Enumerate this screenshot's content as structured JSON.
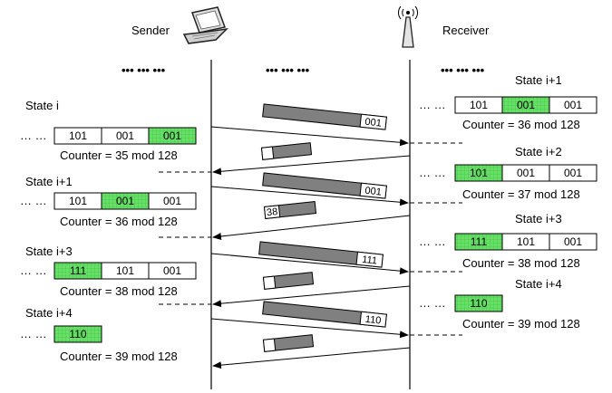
{
  "sender_label": "Sender",
  "receiver_label": "Receiver",
  "icons": {
    "sender": "laptop-icon",
    "receiver": "antenna-icon"
  },
  "colors": {
    "highlight": "#66e066",
    "packet": "#808080",
    "line": "#000000"
  },
  "ellipsis": {
    "top": "•••  •••  •••",
    "row": "… …"
  },
  "sender": {
    "states": [
      {
        "title": "State i",
        "cells": [
          "101",
          "001",
          "001"
        ],
        "highlight": 2,
        "counter": "Counter = 35 mod 128"
      },
      {
        "title": "State i+1",
        "cells": [
          "101",
          "001",
          "001"
        ],
        "highlight": 1,
        "counter": "Counter = 36 mod 128"
      },
      {
        "title": "State i+3",
        "cells": [
          "111",
          "101",
          "001"
        ],
        "highlight": 0,
        "counter": "Counter = 38 mod 128"
      },
      {
        "title": "State i+4",
        "cells": [
          "110"
        ],
        "highlight": 0,
        "counter": "Counter = 39 mod 128"
      }
    ]
  },
  "receiver": {
    "states": [
      {
        "title": "State i+1",
        "cells": [
          "101",
          "001",
          "001"
        ],
        "highlight": 1,
        "counter": "Counter = 36 mod 128"
      },
      {
        "title": "State i+2",
        "cells": [
          "101",
          "001",
          "001"
        ],
        "highlight": 0,
        "counter": "Counter = 37 mod 128"
      },
      {
        "title": "State i+3",
        "cells": [
          "111",
          "101",
          "001"
        ],
        "highlight": 0,
        "counter": "Counter = 38 mod 128"
      },
      {
        "title": "State i+4",
        "cells": [
          "110"
        ],
        "highlight": 0,
        "counter": "Counter = 39 mod 128"
      }
    ]
  },
  "packets": [
    {
      "tag": "001"
    },
    {
      "tag": ""
    },
    {
      "tag": "001"
    },
    {
      "tag": "38"
    },
    {
      "tag": "111"
    },
    {
      "tag": ""
    },
    {
      "tag": "110"
    },
    {
      "tag": ""
    }
  ]
}
